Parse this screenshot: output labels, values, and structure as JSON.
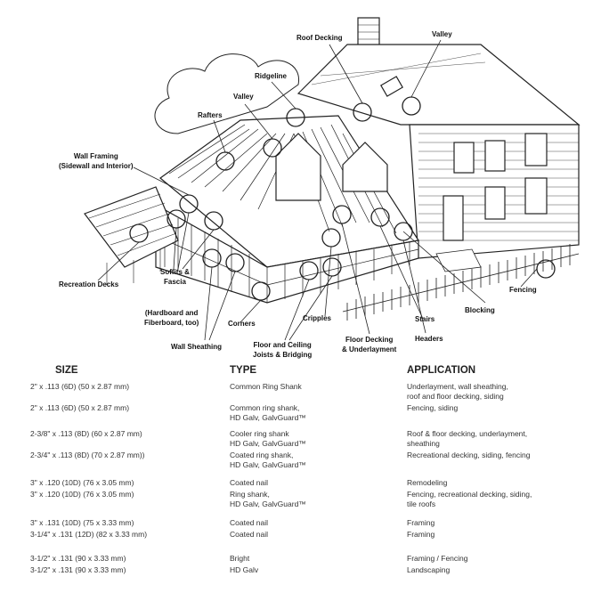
{
  "diagram": {
    "labels": {
      "roof_decking": "Roof Decking",
      "valley_right": "Valley",
      "ridgeline": "Ridgeline",
      "valley_left": "Valley",
      "rafters": "Rafters",
      "wall_framing_1": "Wall Framing",
      "wall_framing_2": "(Sidewall and Interior)",
      "recreation_decks": "Recreation Decks",
      "soffits_1": "Soffits &",
      "soffits_2": "Fascia",
      "hardboard_1": "(Hardboard and",
      "hardboard_2": "Fiberboard, too)",
      "corners": "Corners",
      "wall_sheathing": "Wall Sheathing",
      "joists_1": "Floor and Ceiling",
      "joists_2": "Joists & Bridging",
      "cripples": "Cripples",
      "floor_decking_1": "Floor Decking",
      "floor_decking_2": "& Underlayment",
      "stairs": "Stairs",
      "headers": "Headers",
      "blocking": "Blocking",
      "fencing": "Fencing"
    }
  },
  "table": {
    "headers": {
      "size": "SIZE",
      "type": "TYPE",
      "application": "APPLICATION"
    },
    "rows": [
      {
        "size": "2\" x .113 (6D) (50 x 2.87 mm)",
        "type": [
          "Common Ring Shank"
        ],
        "application": [
          "Underlayment, wall sheathing,",
          "roof and floor decking, siding"
        ]
      },
      {
        "size": "2\" x .113 (6D) (50 x 2.87 mm)",
        "type": [
          "Common ring shank,",
          "HD Galv, GalvGuard™"
        ],
        "application": [
          "Fencing, siding"
        ]
      },
      {
        "size": "2-3/8\" x .113 (8D) (60 x 2.87 mm)",
        "type": [
          "Cooler ring shank",
          "HD Galv, GalvGuard™"
        ],
        "application": [
          "Roof & floor decking, underlayment,",
          "sheathing"
        ]
      },
      {
        "size": "2-3/4\" x .113 (8D) (70 x 2.87 mm))",
        "type": [
          "Coated ring shank,",
          "HD Galv, GalvGuard™"
        ],
        "application": [
          "Recreational decking, siding, fencing"
        ]
      },
      {
        "size": "3\" x .120 (10D) (76 x 3.05 mm)",
        "type": [
          "Coated nail"
        ],
        "application": [
          "Remodeling"
        ]
      },
      {
        "size": "3\" x .120 (10D) (76 x 3.05 mm)",
        "type": [
          "Ring shank,",
          "HD Galv, GalvGuard™"
        ],
        "application": [
          "Fencing, recreational decking, siding,",
          "tile roofs"
        ]
      },
      {
        "size": "3\" x .131 (10D) (75 x 3.33 mm)",
        "type": [
          "Coated nail"
        ],
        "application": [
          "Framing"
        ]
      },
      {
        "size": "3-1/4\" x .131 (12D) (82 x 3.33 mm)",
        "type": [
          "Coated nail"
        ],
        "application": [
          "Framing"
        ]
      },
      {
        "size": "3-1/2\" x .131 (90 x 3.33 mm)",
        "type": [
          "Bright"
        ],
        "application": [
          "Framing / Fencing"
        ]
      },
      {
        "size": "3-1/2\" x .131 (90 x 3.33 mm)",
        "type": [
          "HD Galv"
        ],
        "application": [
          "Landscaping"
        ]
      }
    ]
  }
}
